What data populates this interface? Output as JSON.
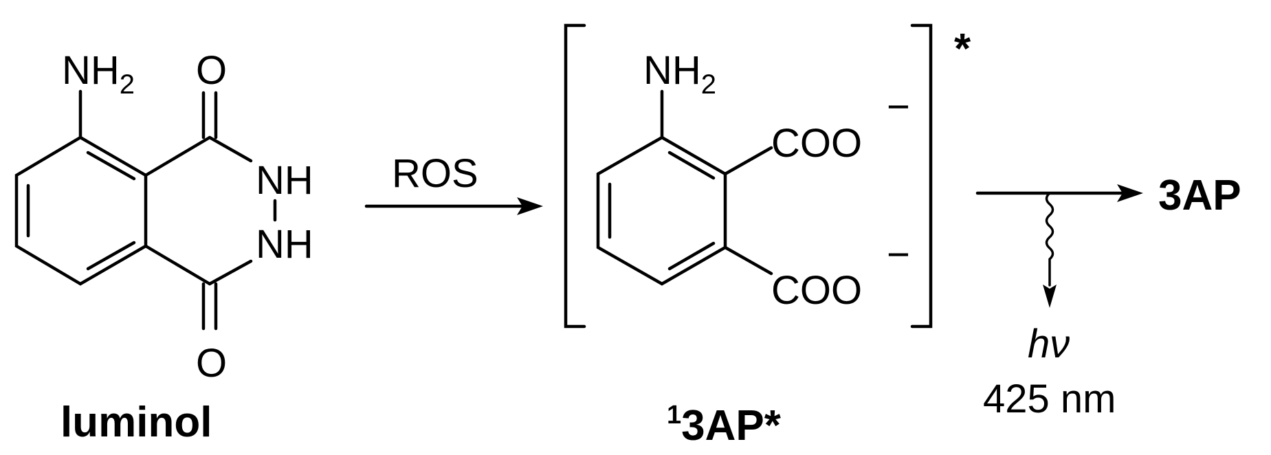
{
  "luminol": {
    "amine_main": "NH",
    "amine_sub": "2",
    "carbonyl_top": "O",
    "carbonyl_bottom": "O",
    "nh_top": "NH",
    "nh_bottom": "NH",
    "name": "luminol"
  },
  "arrow1": {
    "reagent": "ROS"
  },
  "intermediate": {
    "amine_main": "NH",
    "amine_sub": "2",
    "carboxylate_top": "COO",
    "carboxylate_bottom": "COO",
    "charge_top": "−",
    "charge_bottom": "−",
    "excited_mark": "*",
    "name_superscript": "1",
    "name_main": "3AP*"
  },
  "arrow2": {
    "emission_symbol": "hν",
    "wavelength": "425 nm"
  },
  "product": {
    "name": "3AP"
  }
}
